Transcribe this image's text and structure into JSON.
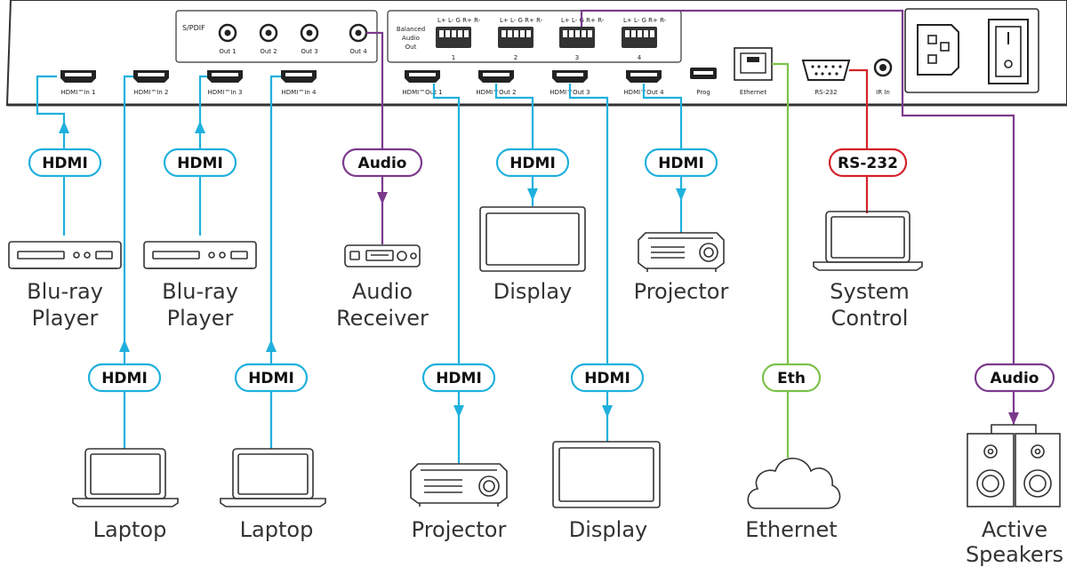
{
  "colors": {
    "hdmi": "#1fb0dd",
    "audio": "#7b3a8c",
    "ethernet": "#7cc14a",
    "rs232": "#d2232a",
    "device": "#333333"
  },
  "panel": {
    "spdif_label": "S/PDIF",
    "spdif_outs": [
      "Out 1",
      "Out 2",
      "Out 3",
      "Out 4"
    ],
    "balanced_label": [
      "Balanced",
      "Audio",
      "Out"
    ],
    "terminal_pins": "L+ L-  G  R+ R-",
    "terminal_numbers": [
      "1",
      "2",
      "3",
      "4"
    ],
    "hdmi_inputs": [
      "HDMI™In 1",
      "HDMI™In 2",
      "HDMI™In 3",
      "HDMI™In 4"
    ],
    "hdmi_outputs": [
      "HDMI™Out 1",
      "HDMI™Out 2",
      "HDMI™Out 3",
      "HDMI™Out 4"
    ],
    "prog_label": "Prog",
    "ethernet_label": "Ethernet",
    "rs232_label": "RS-232",
    "ir_label": "IR In"
  },
  "badges": {
    "hdmi": "HDMI",
    "audio": "Audio",
    "eth": "Eth",
    "rs232": "RS-232"
  },
  "devices": {
    "bluray1": [
      "Blu-ray",
      "Player"
    ],
    "bluray2": [
      "Blu-ray",
      "Player"
    ],
    "audio_receiver": [
      "Audio",
      "Receiver"
    ],
    "display_top": [
      "Display"
    ],
    "projector_top": [
      "Projector"
    ],
    "system_control": [
      "System",
      "Control"
    ],
    "laptop1": [
      "Laptop"
    ],
    "laptop2": [
      "Laptop"
    ],
    "projector_bottom": [
      "Projector"
    ],
    "display_bottom": [
      "Display"
    ],
    "ethernet": [
      "Ethernet"
    ],
    "speakers": [
      "Active",
      "Speakers"
    ]
  }
}
